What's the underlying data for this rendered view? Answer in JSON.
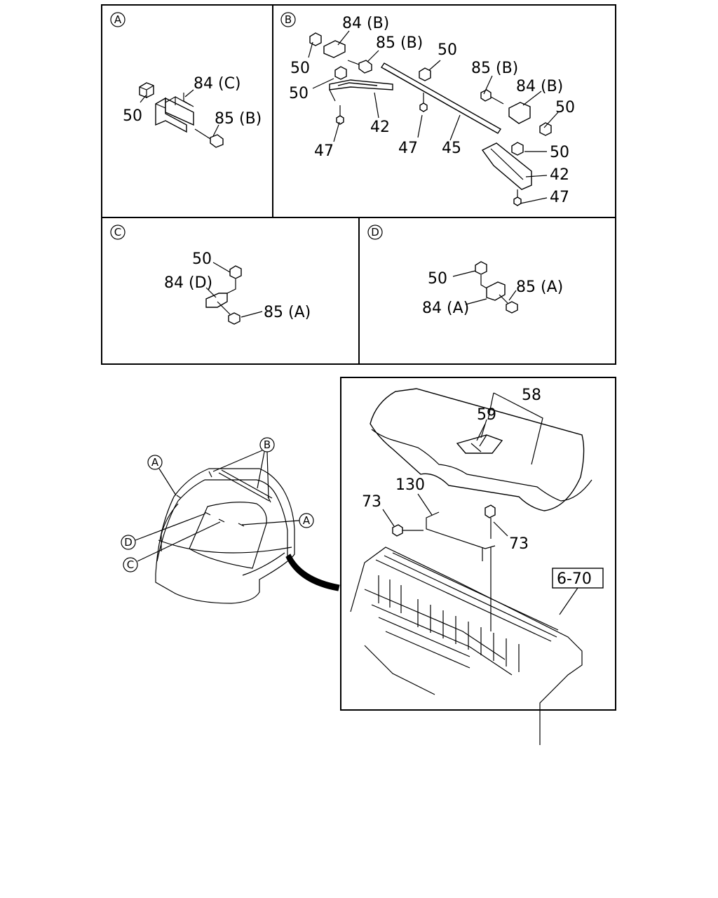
{
  "panels": {
    "A": {
      "letter": "A",
      "labels": {
        "p50": "50",
        "p84c": "84 (C)",
        "p85b": "85 (B)"
      }
    },
    "B": {
      "letter": "B",
      "labels": {
        "p84b_1": "84 (B)",
        "p85b_1": "85 (B)",
        "p50_1": "50",
        "p50_2": "50",
        "p50_3": "50",
        "p85b_2": "85 (B)",
        "p84b_2": "84 (B)",
        "p50_4": "50",
        "p42_1": "42",
        "p47_1": "47",
        "p47_2": "47",
        "p45": "45",
        "p50_5": "50",
        "p42_2": "42",
        "p47_3": "47"
      }
    },
    "C": {
      "letter": "C",
      "labels": {
        "p50": "50",
        "p84d": "84 (D)",
        "p85a": "85 (A)"
      }
    },
    "D": {
      "letter": "D",
      "labels": {
        "p50": "50",
        "p85a": "85 (A)",
        "p84a": "84 (A)"
      }
    }
  },
  "vehicle": {
    "callouts": {
      "A1": "A",
      "B": "B",
      "A2": "A",
      "D": "D",
      "C": "C"
    }
  },
  "detail": {
    "labels": {
      "p58": "58",
      "p59": "59",
      "p130": "130",
      "p73_1": "73",
      "p73_2": "73",
      "ref": "6-70"
    }
  }
}
